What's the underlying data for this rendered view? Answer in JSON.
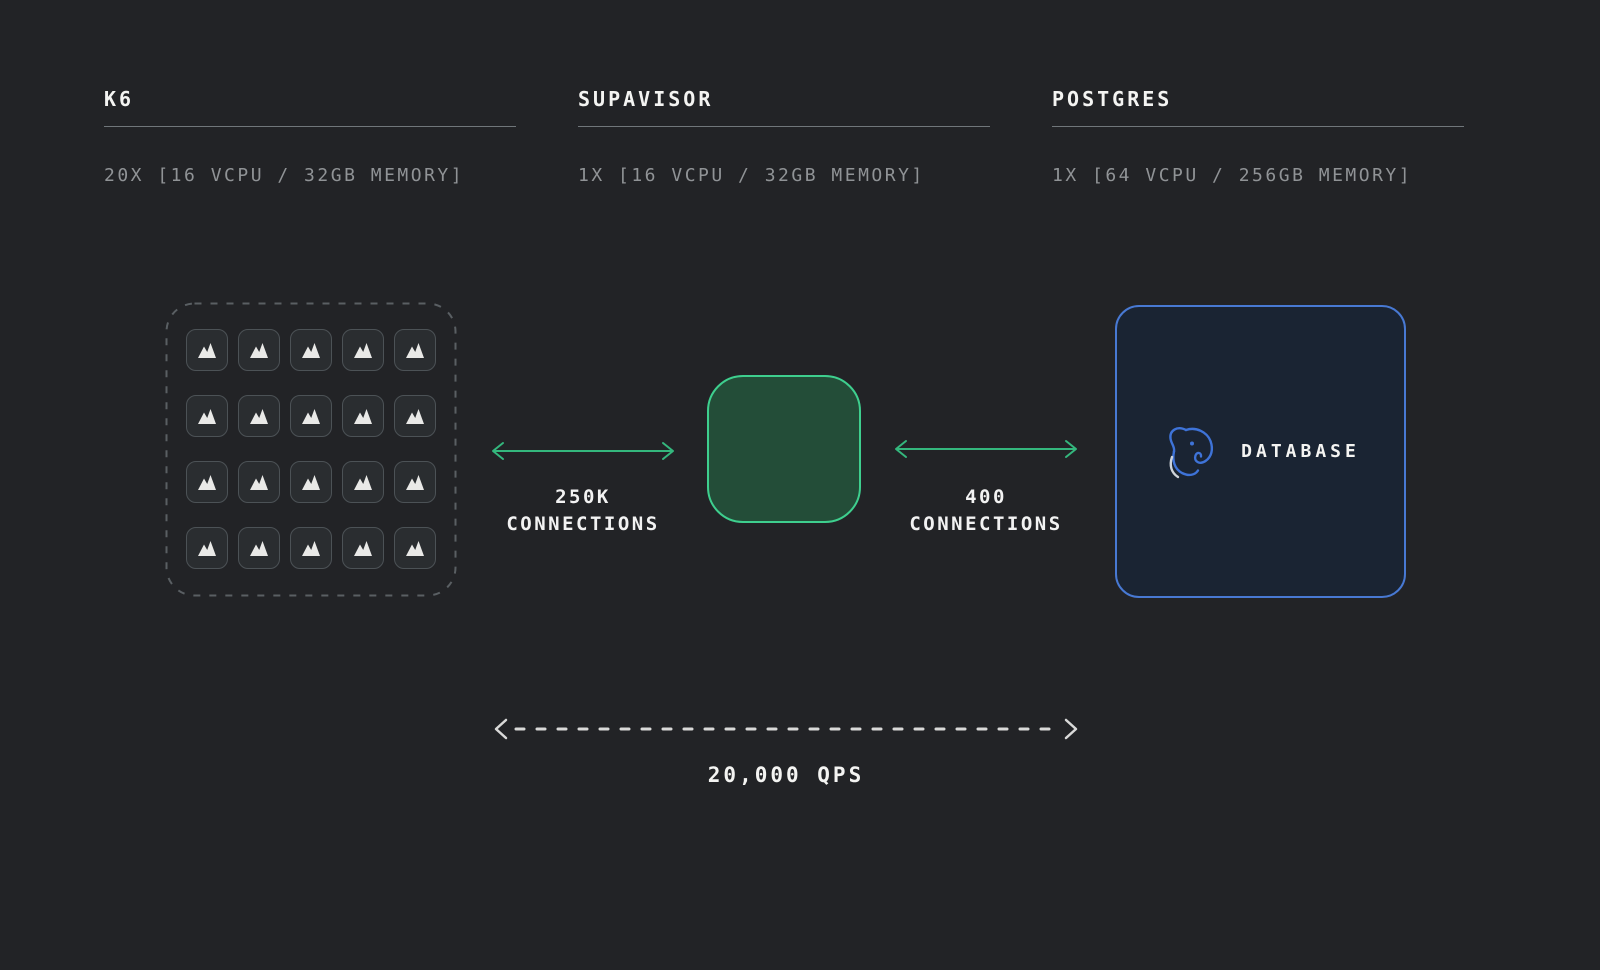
{
  "diagram_title": "K6 / Supavisor / Postgres load test architecture",
  "columns": [
    {
      "id": "k6",
      "title": "K6",
      "spec": "20X [16 VCPU / 32GB MEMORY]"
    },
    {
      "id": "supavisor",
      "title": "SUPAVISOR",
      "spec": "1X [16 VCPU / 32GB MEMORY]"
    },
    {
      "id": "postgres",
      "title": "POSTGRES",
      "spec": "1X [64 VCPU / 256GB MEMORY]"
    }
  ],
  "k6_cluster": {
    "instance_count": 20,
    "grid": {
      "columns": 5,
      "rows": 4
    },
    "icon": "k6-mountain-icon"
  },
  "supavisor_node": {
    "border_color": "#3ecf8e",
    "fill_color": "#234d38"
  },
  "postgres_node": {
    "label": "DATABASE",
    "icon": "postgres-elephant-icon",
    "border_color": "#4879d3",
    "fill_color": "#1a2433"
  },
  "connections": [
    {
      "from": "k6",
      "to": "supavisor",
      "label": "250K\nCONNECTIONS"
    },
    {
      "from": "supavisor",
      "to": "postgres",
      "label": "400\nCONNECTIONS"
    }
  ],
  "throughput": {
    "label": "20,000 QPS"
  },
  "colors": {
    "background": "#222326",
    "text_primary": "#f4f4f2",
    "text_secondary": "#909396",
    "rule_gray": "#70767a",
    "dashed_frame_gray": "#5a5f63",
    "tile_border": "#4c5256",
    "tile_fill": "#2a2d30",
    "tile_icon": "#e9e9e7",
    "accent_green": "#3ecf8e",
    "arrow_green": "#34b77d",
    "accent_blue": "#4879d3",
    "elephant_blue": "#3e73d8",
    "qps_dash_white": "#d9d9d8"
  }
}
